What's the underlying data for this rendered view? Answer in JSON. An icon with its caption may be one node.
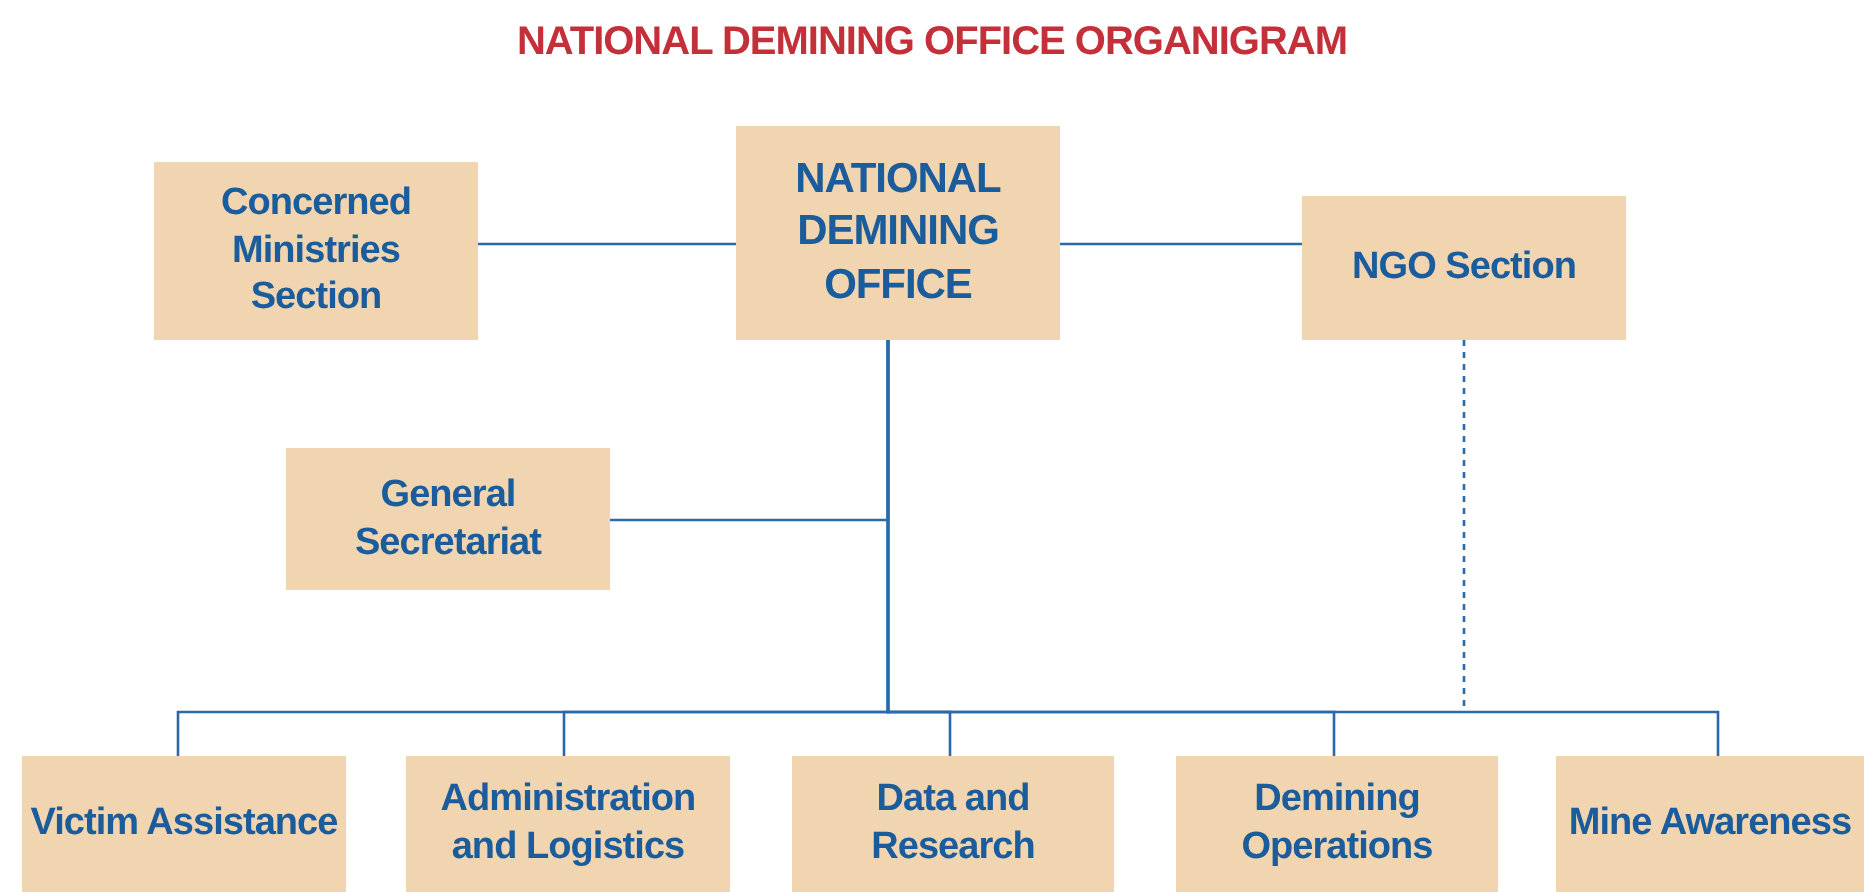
{
  "diagram": {
    "title": "NATIONAL DEMINING OFFICE ORGANIGRAM",
    "nodes": [
      {
        "text": [
          "NATIONAL DEMINING OFFICE"
        ]
      },
      {
        "text": [
          "Concerned Ministries Section"
        ]
      },
      {
        "text": [
          "NGO Section"
        ]
      },
      {
        "text": [
          "General Secretariat"
        ]
      },
      {
        "text": [
          "Victim Assistance"
        ]
      },
      {
        "text": [
          "Administration and Logistics"
        ]
      },
      {
        "text": [
          "Data and Research"
        ]
      },
      {
        "text": [
          "Demining Operations"
        ]
      },
      {
        "text": [
          "Mine Awareness"
        ]
      }
    ],
    "edges": [
      {
        "from": 0,
        "to": 1,
        "arrow": "none"
      },
      {
        "from": 0,
        "to": 2,
        "arrow": "none"
      },
      {
        "from": 0,
        "to": 3,
        "arrow": "none"
      },
      {
        "from": 0,
        "to": 4,
        "arrow": "none"
      },
      {
        "from": 0,
        "to": 5,
        "arrow": "none"
      },
      {
        "from": 0,
        "to": 6,
        "arrow": "none"
      },
      {
        "from": 0,
        "to": 7,
        "arrow": "none"
      },
      {
        "from": 0,
        "to": 8,
        "arrow": "none"
      },
      {
        "from": 2,
        "to": null,
        "arrow": "none",
        "style": "dashed"
      }
    ]
  }
}
